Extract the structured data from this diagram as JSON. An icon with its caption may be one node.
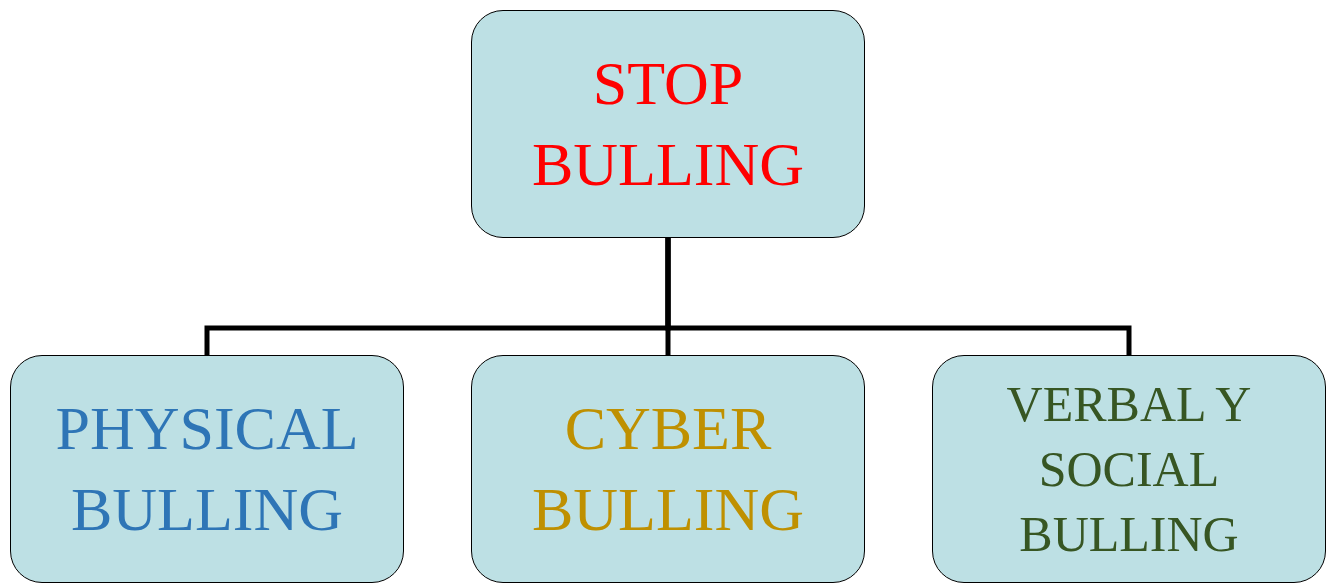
{
  "diagram": {
    "nodes": [
      {
        "text": [
          "STOP BULLING"
        ]
      },
      {
        "text": [
          "PHYSICAL BULLING"
        ]
      },
      {
        "text": [
          "CYBER BULLING"
        ]
      },
      {
        "text": [
          "VERBAL Y SOCIAL BULLING"
        ]
      }
    ],
    "edges": [
      {
        "from": 0,
        "to": 1,
        "arrow": "none"
      },
      {
        "from": 0,
        "to": 2,
        "arrow": "none"
      },
      {
        "from": 0,
        "to": 3,
        "arrow": "none"
      }
    ]
  }
}
